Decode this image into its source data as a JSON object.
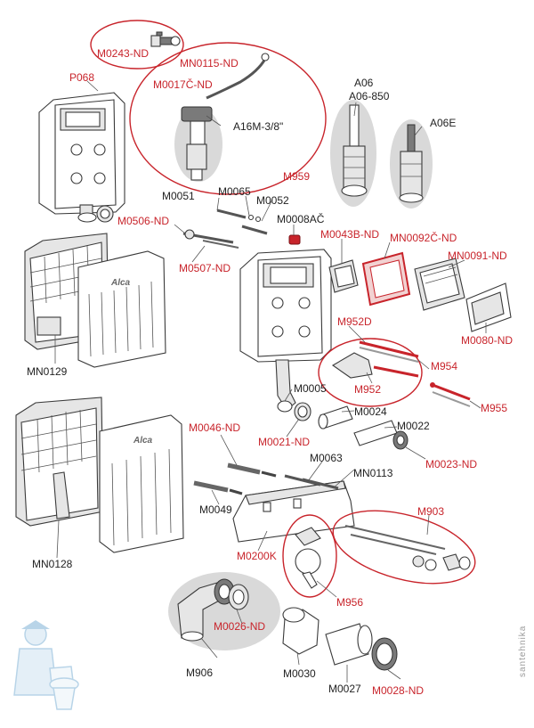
{
  "colors": {
    "accent_red": "#c8242b",
    "label_black": "#222222",
    "shade_grey": "#d9d9d9",
    "mascot_blue": "#7fb2d6"
  },
  "labels": {
    "M0243_ND": "M0243-ND",
    "P068": "P068",
    "MN0115_ND": "MN0115-ND",
    "M0017C_ND": "M0017Č-ND",
    "A16M": "A16M-3/8\"",
    "M959": "M959",
    "A06": "A06",
    "A06_850": "A06-850",
    "A06E": "A06E",
    "M0051": "M0051",
    "M0065": "M0065",
    "M0052": "M0052",
    "M0506_ND": "M0506-ND",
    "M0507_ND": "M0507-ND",
    "M0008AC": "M0008AČ",
    "M0043B_ND": "M0043B-ND",
    "MN0092C_ND": "MN0092Č-ND",
    "MN0091_ND": "MN0091-ND",
    "M0080_ND": "M0080-ND",
    "MN0129": "MN0129",
    "M952D": "M952D",
    "M954": "M954",
    "M952": "M952",
    "M955": "M955",
    "M0005": "M0005",
    "M0024": "M0024",
    "M0022": "M0022",
    "M0021_ND": "M0021-ND",
    "M0023_ND": "M0023-ND",
    "M0046_ND": "M0046-ND",
    "M0063": "M0063",
    "MN0113": "MN0113",
    "M0049": "M0049",
    "MN0128": "MN0128",
    "M903": "M903",
    "M0200K": "M0200K",
    "M956": "M956",
    "M0026_ND": "M0026-ND",
    "M906": "M906",
    "M0030": "M0030",
    "M0027": "M0027",
    "M0028_ND": "M0028-ND",
    "brand_1": "Alca",
    "brand_2": "Alca"
  },
  "watermark": "santehnika"
}
